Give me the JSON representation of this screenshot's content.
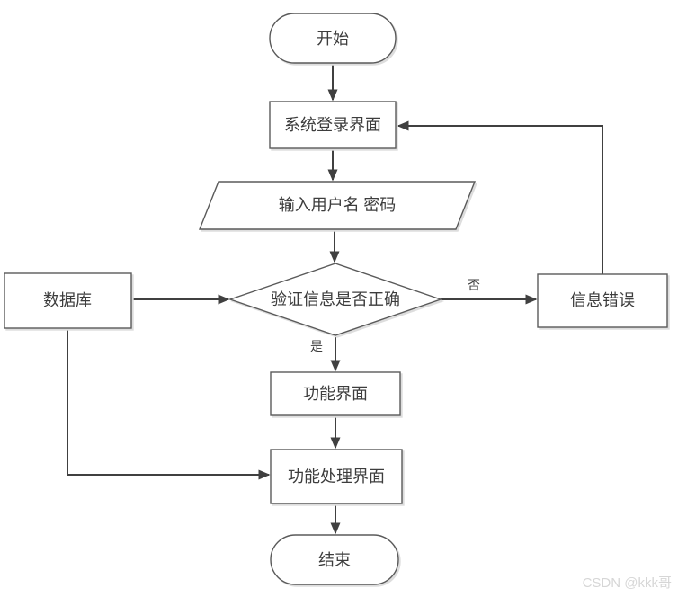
{
  "diagram": {
    "title": "login-flowchart",
    "nodes": {
      "start": {
        "label": "开始",
        "shape": "stadium"
      },
      "login": {
        "label": "系统登录界面",
        "shape": "rectangle"
      },
      "input": {
        "label": "输入用户名 密码",
        "shape": "parallelogram"
      },
      "verify": {
        "label": "验证信息是否正确",
        "shape": "diamond"
      },
      "database": {
        "label": "数据库",
        "shape": "rectangle"
      },
      "error": {
        "label": "信息错误",
        "shape": "rectangle"
      },
      "function": {
        "label": "功能界面",
        "shape": "rectangle"
      },
      "process": {
        "label": "功能处理界面",
        "shape": "rectangle"
      },
      "end": {
        "label": "结束",
        "shape": "stadium"
      }
    },
    "edge_labels": {
      "yes": "是",
      "no": "否"
    },
    "edges": [
      "start -> login",
      "login -> input",
      "input -> verify",
      "verify -> function (是)",
      "verify -> error (否)",
      "database -> verify",
      "database -> process",
      "error -> login",
      "function -> process",
      "process -> end"
    ],
    "colors": {
      "background": "#ffffff",
      "shape_border": "#5a5a5a",
      "arrow_line": "#404040",
      "text": "#3d3d3d",
      "shadow": "#dddddd",
      "watermark": "#d6d6d6"
    }
  },
  "watermark": {
    "text": "CSDN @kkk哥"
  }
}
